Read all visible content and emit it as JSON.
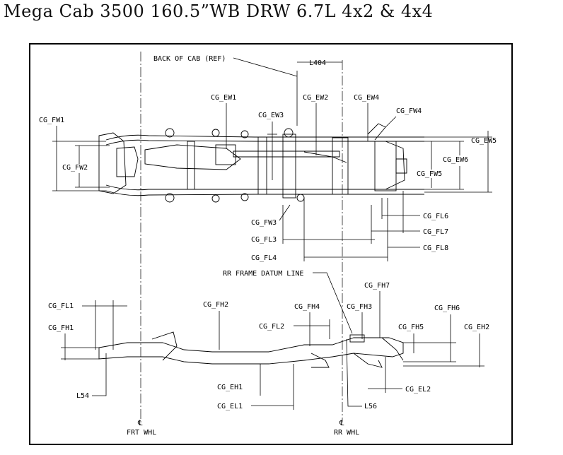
{
  "title": "Mega Cab 3500 160.5”WB DRW 6.7L 4x2 & 4x4",
  "top_view": {
    "back_of_cab": "BACK OF CAB (REF)",
    "l404": "L404",
    "cg_ew1": "CG_EW1",
    "cg_ew2": "CG_EW2",
    "cg_ew3": "CG_EW3",
    "cg_ew4": "CG_EW4",
    "cg_ew5": "CG_EW5",
    "cg_ew6": "CG_EW6",
    "cg_fw1": "CG_FW1",
    "cg_fw2": "CG_FW2",
    "cg_fw3": "CG_FW3",
    "cg_fw4": "CG_FW4",
    "cg_fw5": "CG_FW5",
    "cg_fl3": "CG_FL3",
    "cg_fl4": "CG_FL4",
    "cg_fl6": "CG_FL6",
    "cg_fl7": "CG_FL7",
    "cg_fl8": "CG_FL8",
    "rr_frame_datum": "RR FRAME DATUM LINE"
  },
  "side_view": {
    "cg_fl1": "CG_FL1",
    "cg_fh1": "CG_FH1",
    "cg_fh2": "CG_FH2",
    "cg_fh3": "CG_FH3",
    "cg_fh4": "CG_FH4",
    "cg_fh5": "CG_FH5",
    "cg_fh6": "CG_FH6",
    "cg_fh7": "CG_FH7",
    "cg_fl2": "CG_FL2",
    "cg_eh1": "CG_EH1",
    "cg_eh2": "CG_EH2",
    "cg_el1": "CG_EL1",
    "cg_el2": "CG_EL2",
    "l54": "L54",
    "l56": "L56",
    "frt_whl": "FRT WHL",
    "rr_whl": "RR WHL",
    "cl_symbol": "℄"
  }
}
